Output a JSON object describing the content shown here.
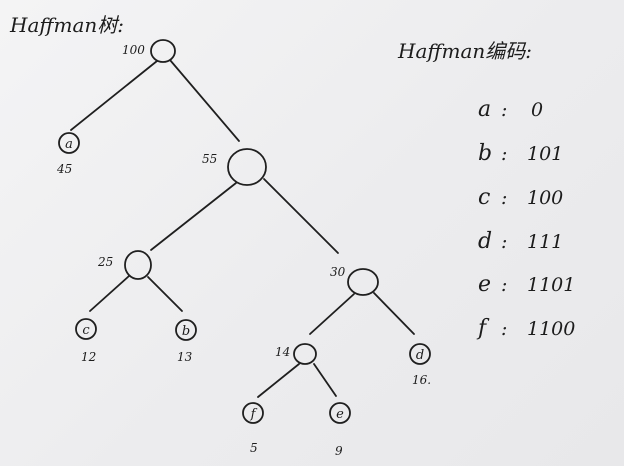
{
  "tree_title": "Haffman树:",
  "code_title": "Haffman编码:",
  "internal_nodes": [
    {
      "id": "n100",
      "weight": "100"
    },
    {
      "id": "n55",
      "weight": "55"
    },
    {
      "id": "n25",
      "weight": "25"
    },
    {
      "id": "n30",
      "weight": "30"
    },
    {
      "id": "n14",
      "weight": "14"
    }
  ],
  "leaves": [
    {
      "id": "la",
      "letter": "a",
      "weight": "45"
    },
    {
      "id": "lc",
      "letter": "c",
      "weight": "12"
    },
    {
      "id": "lb",
      "letter": "b",
      "weight": "13"
    },
    {
      "id": "ld",
      "letter": "d",
      "weight": "16."
    },
    {
      "id": "lf",
      "letter": "f",
      "weight": "5"
    },
    {
      "id": "le",
      "letter": "e",
      "weight": "9"
    }
  ],
  "codes": [
    {
      "letter": "a",
      "sep": ":",
      "code": "0"
    },
    {
      "letter": "b",
      "sep": ":",
      "code": "101"
    },
    {
      "letter": "c",
      "sep": ":",
      "code": "100"
    },
    {
      "letter": "d",
      "sep": ":",
      "code": "111"
    },
    {
      "letter": "e",
      "sep": ":",
      "code": "1101"
    },
    {
      "letter": "f",
      "sep": ":",
      "code": "1100"
    }
  ]
}
